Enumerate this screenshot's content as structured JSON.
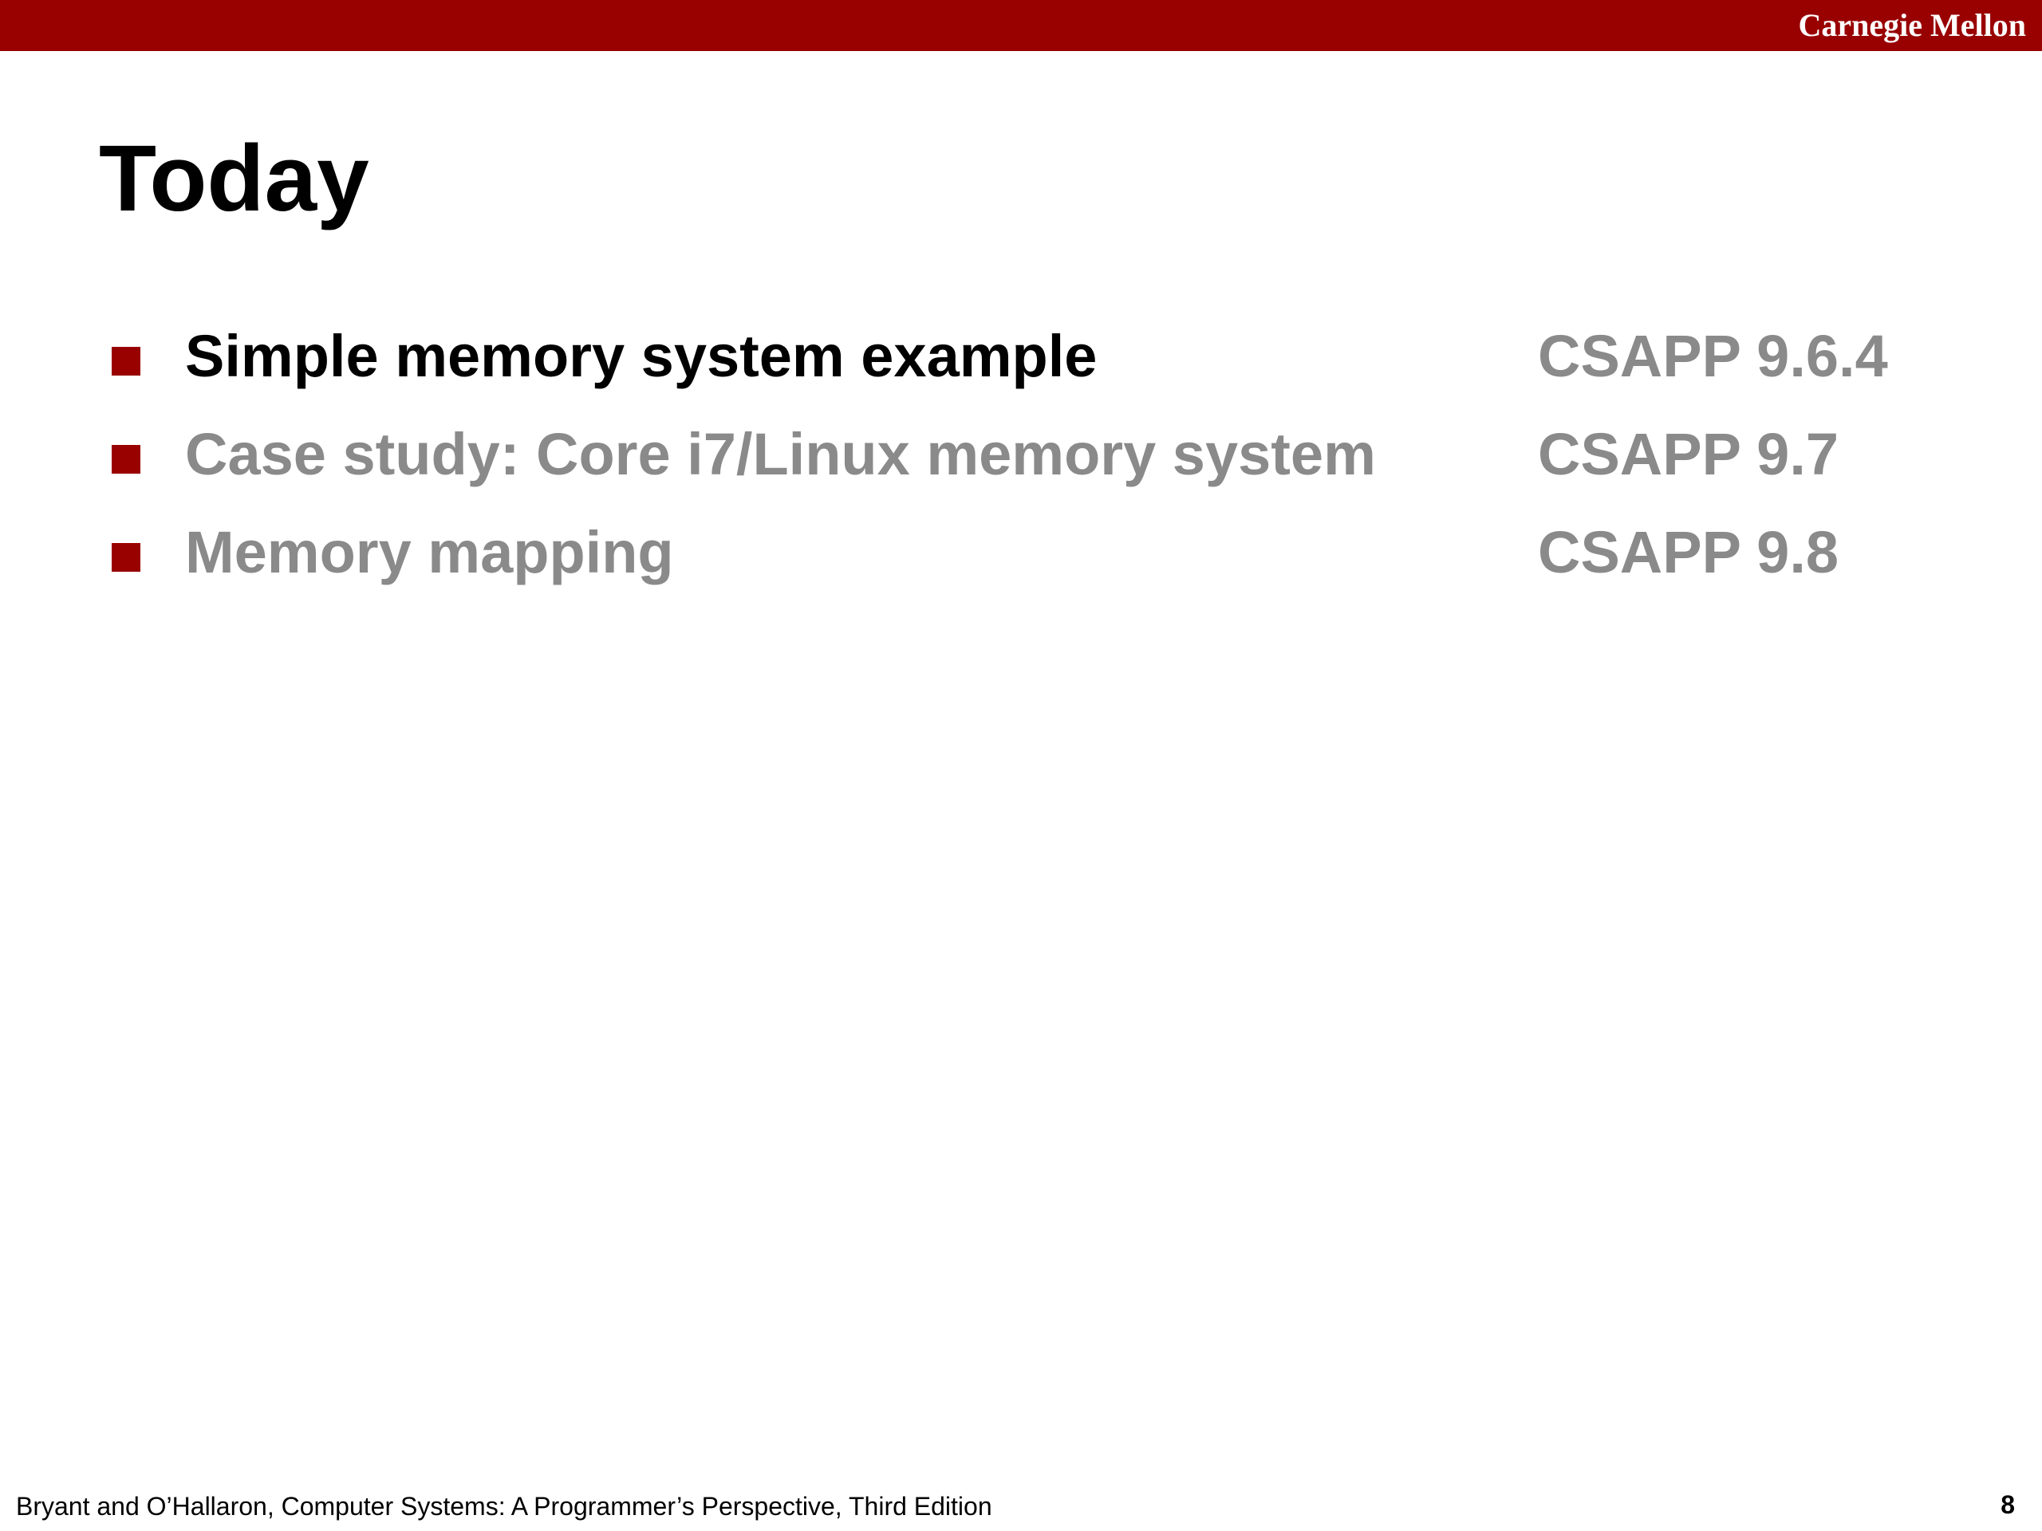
{
  "header": {
    "brand": "Carnegie Mellon",
    "bar_color": "#990000"
  },
  "slide": {
    "title": "Today",
    "bullet_color": "#990000",
    "items": [
      {
        "text": "Simple memory system example",
        "ref": "CSAPP 9.6.4",
        "state": "active"
      },
      {
        "text": "Case study: Core i7/Linux memory system",
        "ref": "CSAPP 9.7",
        "state": "inactive"
      },
      {
        "text": "Memory mapping",
        "ref": "CSAPP 9.8",
        "state": "inactive"
      }
    ]
  },
  "footer": {
    "citation": "Bryant and O’Hallaron, Computer Systems: A Programmer’s Perspective, Third Edition",
    "page_number": "8"
  },
  "colors": {
    "active_text": "#000000",
    "inactive_text": "#8a8a8a"
  }
}
